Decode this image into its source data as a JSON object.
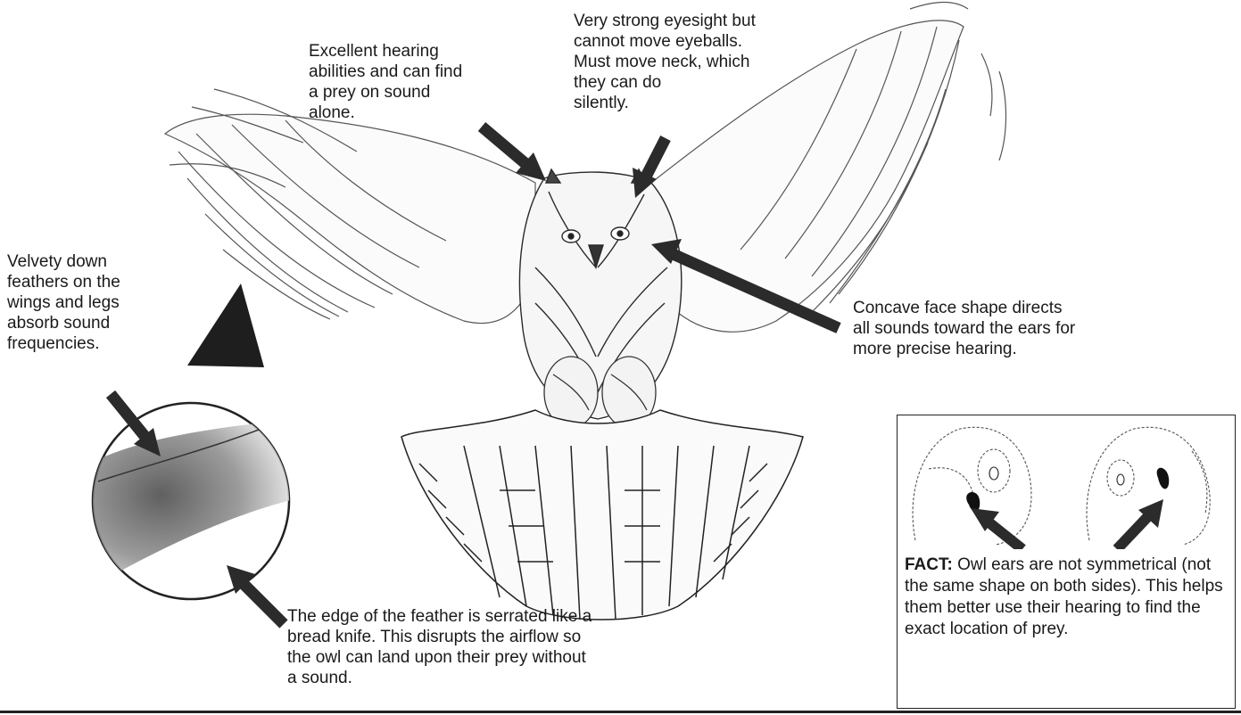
{
  "annotations": {
    "hearing": "Excellent hearing\nabilities and can find\na prey on sound\nalone.",
    "eyesight": "Very strong eyesight but\ncannot move eyeballs.\nMust move neck, which\nthey can do\nsilently.",
    "down_feathers": "Velvety down\nfeathers on the\nwings and legs\nabsorb sound\nfrequencies.",
    "face_shape": "Concave face shape directs\nall sounds toward the ears for\nmore precise hearing.",
    "serrated_edge": "The edge of the feather is serrated like a\nbread knife. This disrupts the airflow so\nthe owl can land upon their prey without\na sound."
  },
  "fact": {
    "heading": "FACT:",
    "text": " Owl ears are not symmetrical (not the same shape on both sides). This helps them better use their hearing to find the exact location of prey."
  },
  "colors": {
    "arrow": "#2b2b2b",
    "ink": "#1a1a1a",
    "feather_shade": "#5a5a5a"
  }
}
